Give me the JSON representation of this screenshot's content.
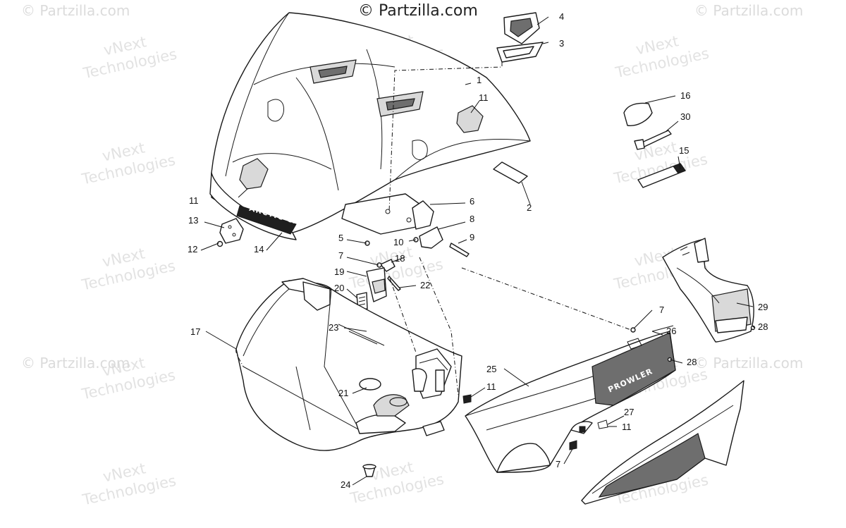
{
  "copyright": "© Partzilla.com",
  "watermarks": {
    "partzilla": "© Partzilla.com",
    "vnext_line1": "vNext",
    "vnext_line2": "Technologies"
  },
  "decals": {
    "hood_logo": "ARCTIC CAT",
    "panel_logo": "PROWLER"
  },
  "callouts": [
    "1",
    "2",
    "3",
    "4",
    "5",
    "6",
    "7",
    "8",
    "9",
    "10",
    "11",
    "12",
    "13",
    "14",
    "15",
    "16",
    "17",
    "18",
    "19",
    "20",
    "21",
    "22",
    "23",
    "24",
    "25",
    "26",
    "27",
    "28",
    "29",
    "30"
  ],
  "labels": [
    {
      "id": "c4",
      "text": "4"
    },
    {
      "id": "c3",
      "text": "3"
    },
    {
      "id": "c1",
      "text": "1"
    },
    {
      "id": "c11a",
      "text": "11"
    },
    {
      "id": "c16",
      "text": "16"
    },
    {
      "id": "c30",
      "text": "30"
    },
    {
      "id": "c15",
      "text": "15"
    },
    {
      "id": "c2",
      "text": "2"
    },
    {
      "id": "c11b",
      "text": "11"
    },
    {
      "id": "c6",
      "text": "6"
    },
    {
      "id": "c13",
      "text": "13"
    },
    {
      "id": "c8",
      "text": "8"
    },
    {
      "id": "c9",
      "text": "9"
    },
    {
      "id": "c5",
      "text": "5"
    },
    {
      "id": "c10",
      "text": "10"
    },
    {
      "id": "c12",
      "text": "12"
    },
    {
      "id": "c14",
      "text": "14"
    },
    {
      "id": "c7a",
      "text": "7"
    },
    {
      "id": "c18",
      "text": "18"
    },
    {
      "id": "c19",
      "text": "19"
    },
    {
      "id": "c20",
      "text": "20"
    },
    {
      "id": "c22",
      "text": "22"
    },
    {
      "id": "c7b",
      "text": "7"
    },
    {
      "id": "c26",
      "text": "26"
    },
    {
      "id": "c29",
      "text": "29"
    },
    {
      "id": "c28a",
      "text": "28"
    },
    {
      "id": "c17",
      "text": "17"
    },
    {
      "id": "c23",
      "text": "23"
    },
    {
      "id": "c28b",
      "text": "28"
    },
    {
      "id": "c25",
      "text": "25"
    },
    {
      "id": "c11c",
      "text": "11"
    },
    {
      "id": "c21",
      "text": "21"
    },
    {
      "id": "c27",
      "text": "27"
    },
    {
      "id": "c11d",
      "text": "11"
    },
    {
      "id": "c7c",
      "text": "7"
    },
    {
      "id": "c24",
      "text": "24"
    }
  ]
}
